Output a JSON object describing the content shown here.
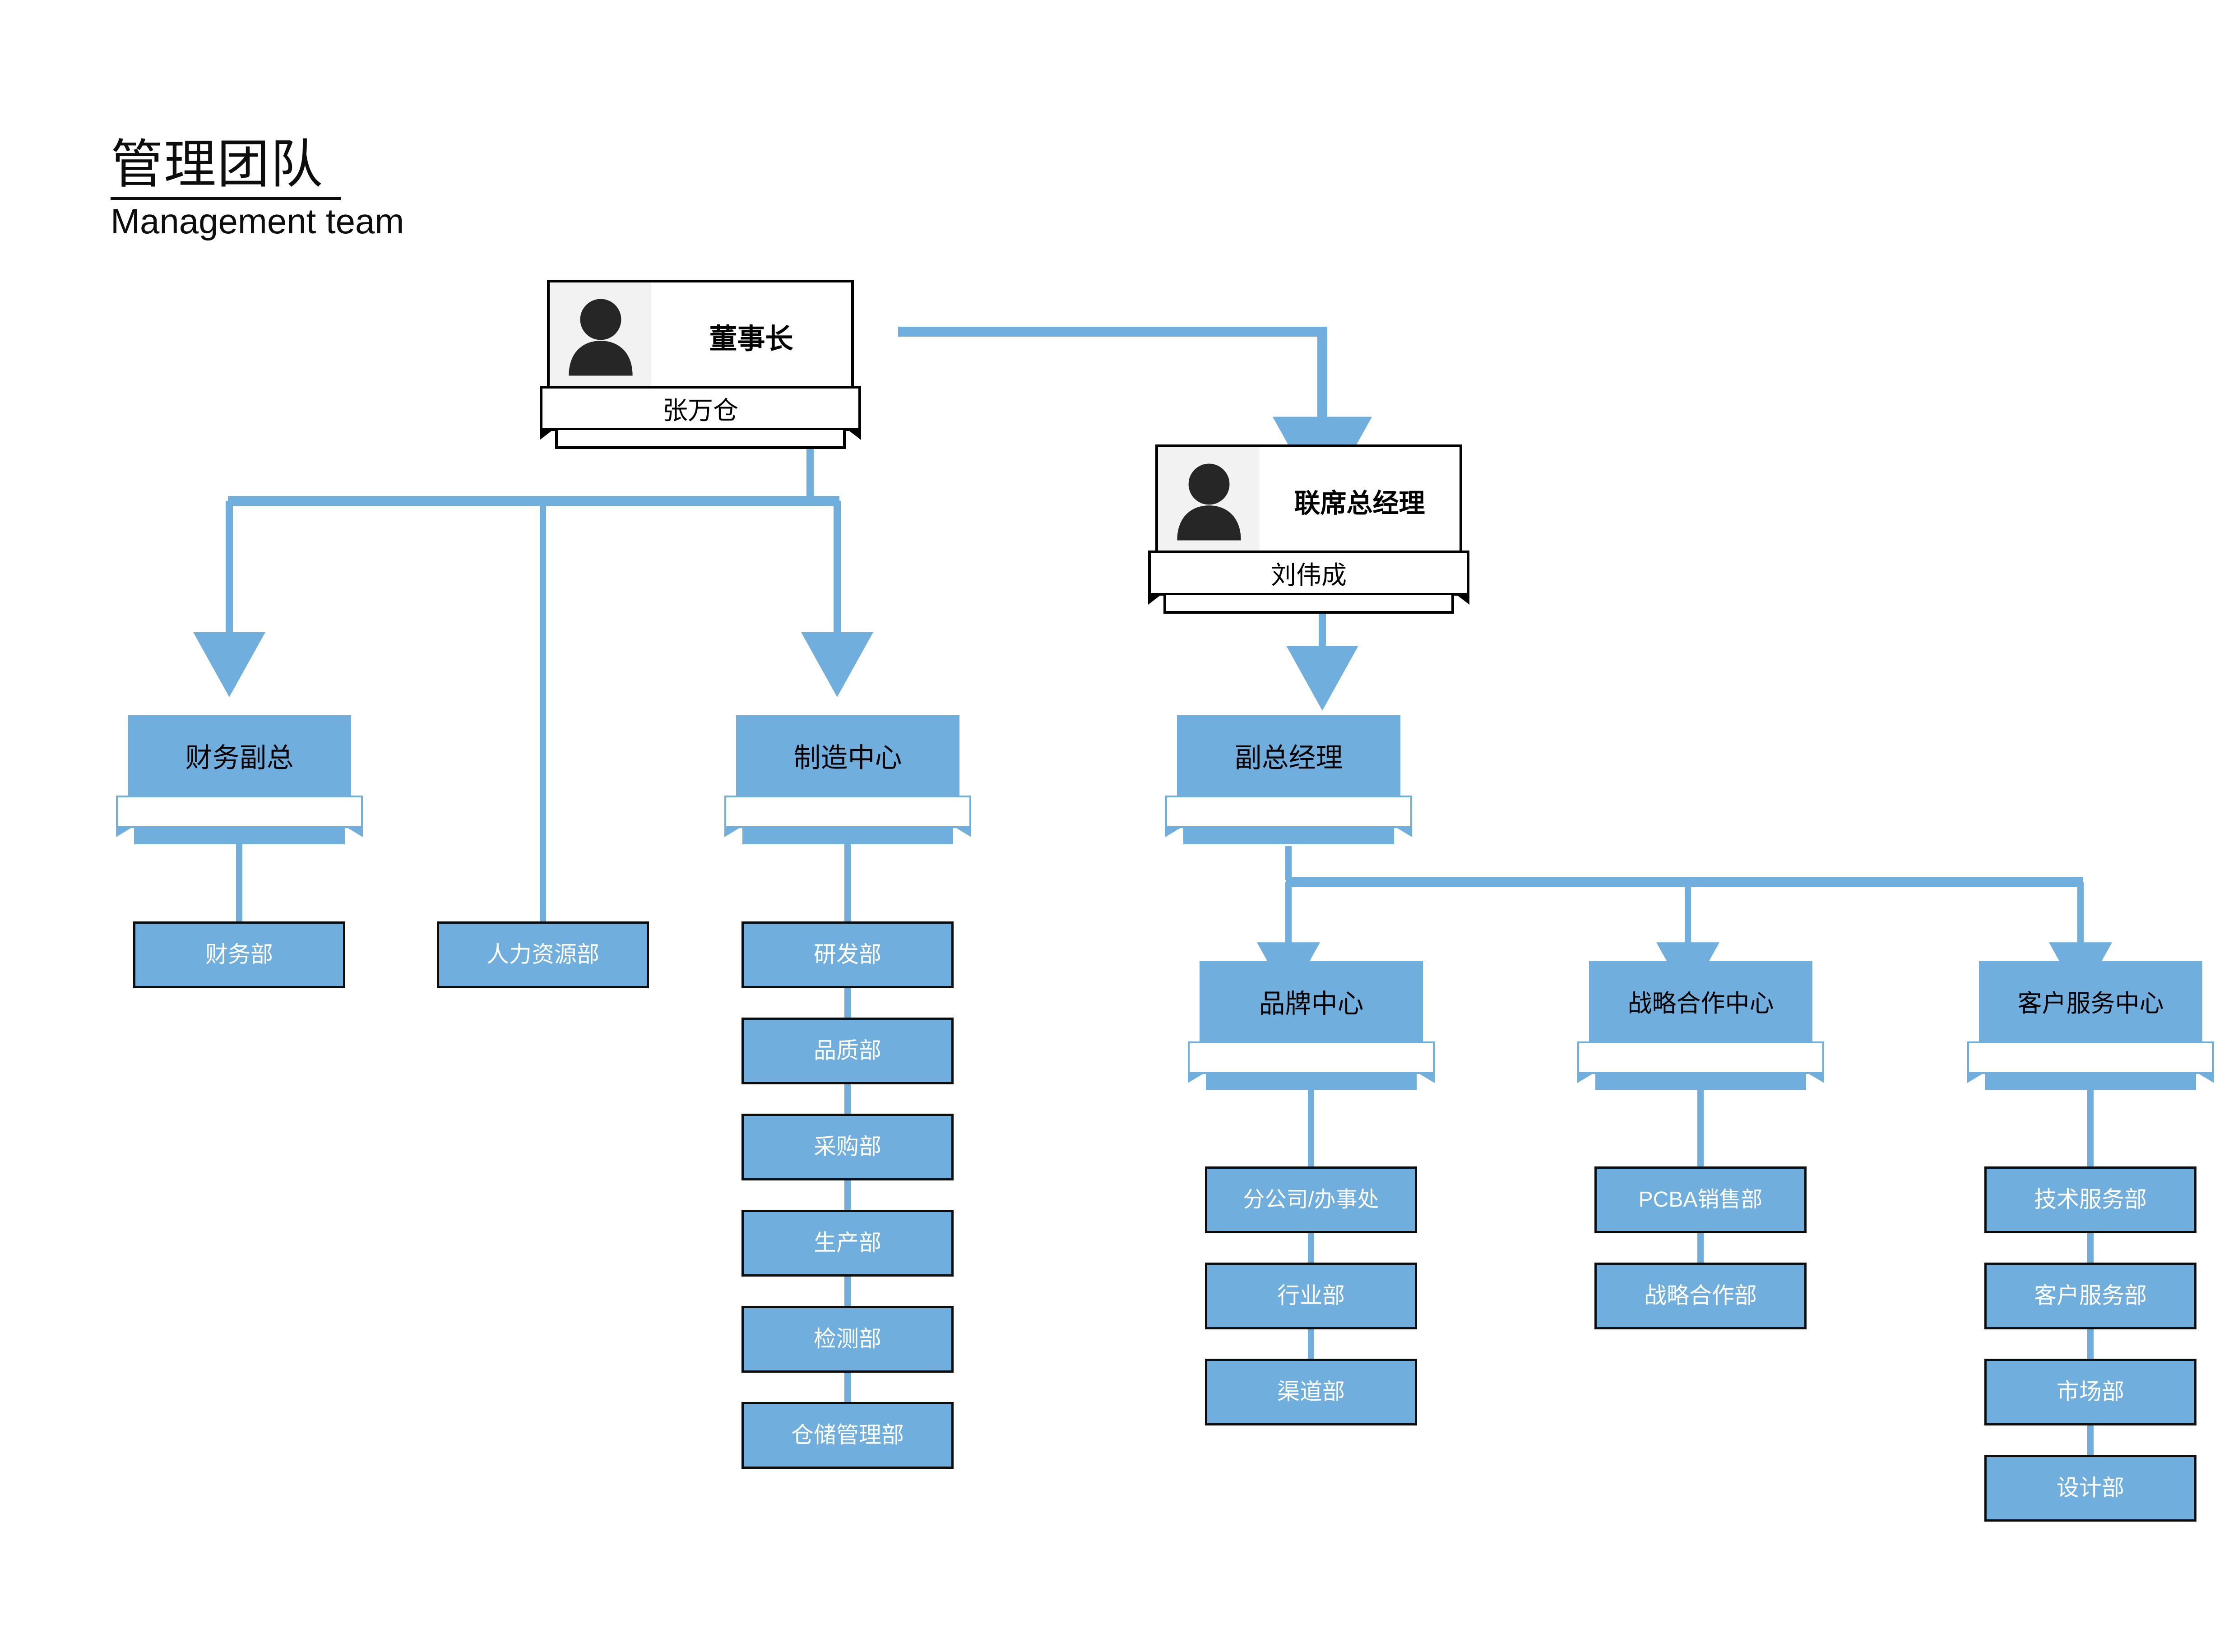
{
  "header": {
    "title_cn": "管理团队",
    "title_en": "Management team"
  },
  "colors": {
    "node_blue": "#6FAEDD",
    "connector_blue": "#6FAEDD",
    "box_border": "#0d0d0d",
    "photo_bg": "#f2f2f2",
    "avatar": "#262626",
    "dept_text": "#ffffff",
    "center_text": "#000000"
  },
  "icons": {
    "avatar": "person-silhouette-icon"
  },
  "org": {
    "chairman": {
      "role": "董事长",
      "name": "张万仓"
    },
    "co_gm": {
      "role": "联席总经理",
      "name": "刘伟成"
    },
    "finance_vp": {
      "title": "财务副总",
      "name": ""
    },
    "manufacturing": {
      "title": "制造中心",
      "name": ""
    },
    "deputy_gm": {
      "title": "副总经理",
      "name": ""
    },
    "brand_center": {
      "title": "品牌中心",
      "name": ""
    },
    "strategy_center": {
      "title": "战略合作中心",
      "name": ""
    },
    "service_center": {
      "title": "客户服务中心",
      "name": ""
    },
    "hr_dept": "人力资源部",
    "finance_children": [
      "财务部"
    ],
    "manufacturing_children": [
      "研发部",
      "品质部",
      "采购部",
      "生产部",
      "检测部",
      "仓储管理部"
    ],
    "brand_children": [
      "分公司/办事处",
      "行业部",
      "渠道部"
    ],
    "strategy_children": [
      "PCBA销售部",
      "战略合作部"
    ],
    "service_children": [
      "技术服务部",
      "客户服务部",
      "市场部",
      "设计部"
    ]
  },
  "chart_data": {
    "type": "diagram",
    "title": "管理团队 / Management team",
    "diagram_kind": "organizational-chart",
    "nodes": [
      {
        "id": "chairman",
        "label": "董事长",
        "name": "张万仓",
        "level": 0,
        "style": "photo-card"
      },
      {
        "id": "co_gm",
        "label": "联席总经理",
        "name": "刘伟成",
        "level": 1,
        "style": "photo-card"
      },
      {
        "id": "finance_vp",
        "label": "财务副总",
        "level": 1,
        "style": "ribbon"
      },
      {
        "id": "manufacturing",
        "label": "制造中心",
        "level": 1,
        "style": "ribbon"
      },
      {
        "id": "hr_dept",
        "label": "人力资源部",
        "level": 2,
        "style": "dept"
      },
      {
        "id": "deputy_gm",
        "label": "副总经理",
        "level": 2,
        "style": "ribbon"
      },
      {
        "id": "finance_dept",
        "label": "财务部",
        "level": 2,
        "style": "dept"
      },
      {
        "id": "rd_dept",
        "label": "研发部",
        "level": 2,
        "style": "dept"
      },
      {
        "id": "quality_dept",
        "label": "品质部",
        "level": 3,
        "style": "dept"
      },
      {
        "id": "purchase_dept",
        "label": "采购部",
        "level": 4,
        "style": "dept"
      },
      {
        "id": "production_dept",
        "label": "生产部",
        "level": 5,
        "style": "dept"
      },
      {
        "id": "inspection_dept",
        "label": "检测部",
        "level": 6,
        "style": "dept"
      },
      {
        "id": "warehouse_dept",
        "label": "仓储管理部",
        "level": 7,
        "style": "dept"
      },
      {
        "id": "brand_center",
        "label": "品牌中心",
        "level": 3,
        "style": "ribbon"
      },
      {
        "id": "strategy_center",
        "label": "战略合作中心",
        "level": 3,
        "style": "ribbon"
      },
      {
        "id": "service_center",
        "label": "客户服务中心",
        "level": 3,
        "style": "ribbon"
      },
      {
        "id": "branch_office",
        "label": "分公司/办事处",
        "level": 4,
        "style": "dept"
      },
      {
        "id": "industry_dept",
        "label": "行业部",
        "level": 5,
        "style": "dept"
      },
      {
        "id": "channel_dept",
        "label": "渠道部",
        "level": 6,
        "style": "dept"
      },
      {
        "id": "pcba_sales",
        "label": "PCBA销售部",
        "level": 4,
        "style": "dept"
      },
      {
        "id": "strategy_dept",
        "label": "战略合作部",
        "level": 5,
        "style": "dept"
      },
      {
        "id": "tech_service",
        "label": "技术服务部",
        "level": 4,
        "style": "dept"
      },
      {
        "id": "customer_service",
        "label": "客户服务部",
        "level": 5,
        "style": "dept"
      },
      {
        "id": "marketing_dept",
        "label": "市场部",
        "level": 6,
        "style": "dept"
      },
      {
        "id": "design_dept",
        "label": "设计部",
        "level": 7,
        "style": "dept"
      }
    ],
    "edges": [
      {
        "from": "chairman",
        "to": "co_gm",
        "arrow": true
      },
      {
        "from": "chairman",
        "to": "finance_vp",
        "arrow": true
      },
      {
        "from": "chairman",
        "to": "hr_dept",
        "arrow": false
      },
      {
        "from": "chairman",
        "to": "manufacturing",
        "arrow": true
      },
      {
        "from": "co_gm",
        "to": "deputy_gm",
        "arrow": true
      },
      {
        "from": "finance_vp",
        "to": "finance_dept",
        "arrow": false
      },
      {
        "from": "manufacturing",
        "to": "rd_dept",
        "arrow": false
      },
      {
        "from": "rd_dept",
        "to": "quality_dept",
        "arrow": false
      },
      {
        "from": "quality_dept",
        "to": "purchase_dept",
        "arrow": false
      },
      {
        "from": "purchase_dept",
        "to": "production_dept",
        "arrow": false
      },
      {
        "from": "production_dept",
        "to": "inspection_dept",
        "arrow": false
      },
      {
        "from": "inspection_dept",
        "to": "warehouse_dept",
        "arrow": false
      },
      {
        "from": "deputy_gm",
        "to": "brand_center",
        "arrow": true
      },
      {
        "from": "deputy_gm",
        "to": "strategy_center",
        "arrow": true
      },
      {
        "from": "deputy_gm",
        "to": "service_center",
        "arrow": true
      },
      {
        "from": "brand_center",
        "to": "branch_office",
        "arrow": false
      },
      {
        "from": "branch_office",
        "to": "industry_dept",
        "arrow": false
      },
      {
        "from": "industry_dept",
        "to": "channel_dept",
        "arrow": false
      },
      {
        "from": "strategy_center",
        "to": "pcba_sales",
        "arrow": false
      },
      {
        "from": "pcba_sales",
        "to": "strategy_dept",
        "arrow": false
      },
      {
        "from": "service_center",
        "to": "tech_service",
        "arrow": false
      },
      {
        "from": "tech_service",
        "to": "customer_service",
        "arrow": false
      },
      {
        "from": "customer_service",
        "to": "marketing_dept",
        "arrow": false
      },
      {
        "from": "marketing_dept",
        "to": "design_dept",
        "arrow": false
      }
    ]
  }
}
